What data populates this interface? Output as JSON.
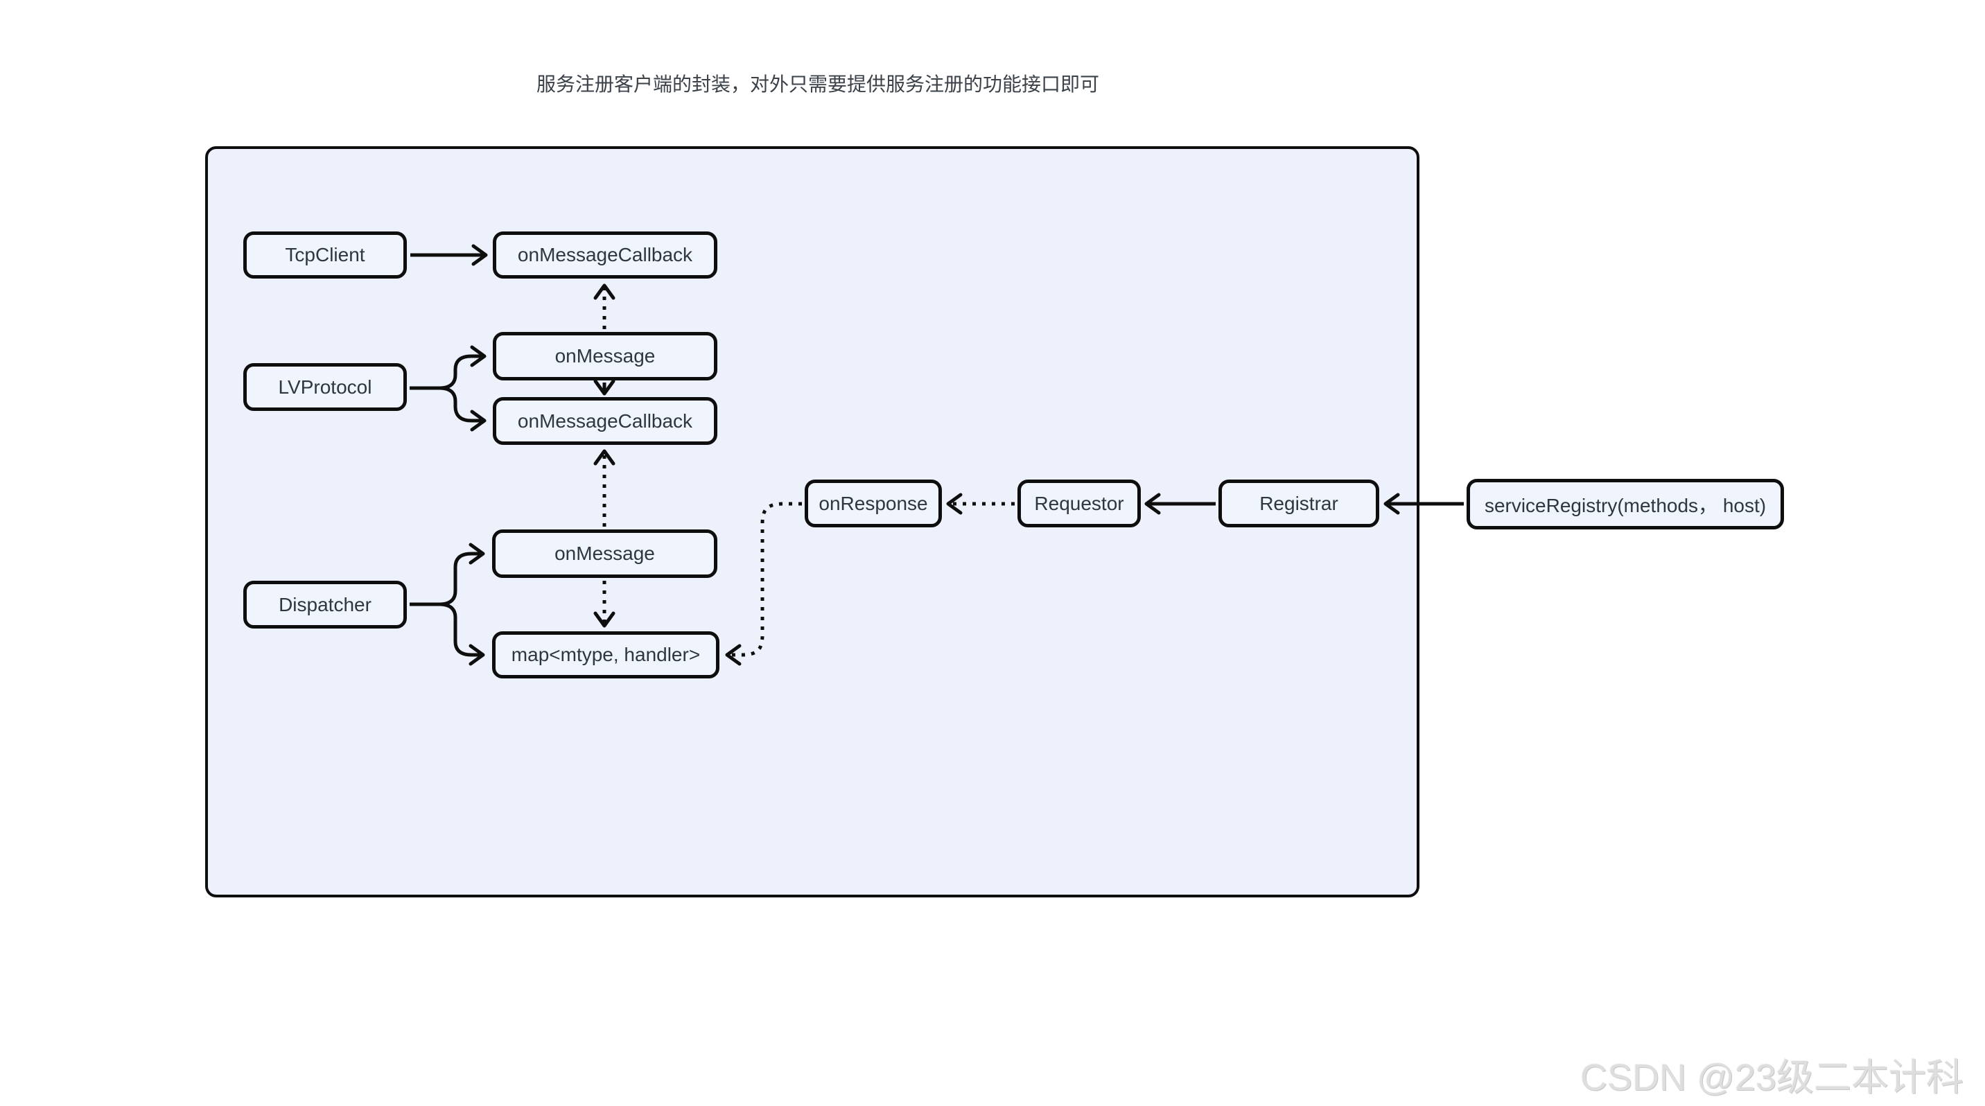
{
  "title": "服务注册客户端的封装，对外只需要提供服务注册的功能接口即可",
  "watermark": "CSDN @23级二本计科",
  "colors": {
    "stroke": "#0e0e0e",
    "panel_background": "#edf1fb",
    "node_background": "#f0f4fc",
    "node_text": "#2f3640",
    "title_text": "#3a4149",
    "watermark_text": "#dedede",
    "page_background": "#ffffff"
  },
  "diagram": {
    "nodes": {
      "tcpclient": {
        "label": "TcpClient"
      },
      "cb_top": {
        "label": "onMessageCallback"
      },
      "lvprotocol": {
        "label": "LVProtocol"
      },
      "onmessage_proto": {
        "label": "onMessage"
      },
      "cb_mid": {
        "label": "onMessageCallback"
      },
      "dispatcher": {
        "label": "Dispatcher"
      },
      "onmessage_disp": {
        "label": "onMessage"
      },
      "map": {
        "label": "map<mtype, handler>"
      },
      "onresponse": {
        "label": "onResponse"
      },
      "requestor": {
        "label": "Requestor"
      },
      "registrar": {
        "label": "Registrar"
      },
      "serviceregistry": {
        "label": "serviceRegistry(methods， host)"
      }
    },
    "edges": [
      {
        "from": "TcpClient",
        "to": "onMessageCallback (top)",
        "style": "solid"
      },
      {
        "from": "LVProtocol",
        "to": "onMessage (protocol)",
        "style": "solid"
      },
      {
        "from": "LVProtocol",
        "to": "onMessageCallback (protocol)",
        "style": "solid"
      },
      {
        "from": "onMessage (protocol)",
        "to": "onMessageCallback (top)",
        "style": "dotted"
      },
      {
        "from": "onMessage (protocol)",
        "to": "onMessageCallback (protocol)",
        "style": "solid"
      },
      {
        "from": "onMessage (dispatcher)",
        "to": "onMessageCallback (protocol)",
        "style": "dotted"
      },
      {
        "from": "Dispatcher",
        "to": "onMessage (dispatcher)",
        "style": "solid"
      },
      {
        "from": "Dispatcher",
        "to": "map<mtype, handler>",
        "style": "solid"
      },
      {
        "from": "onMessage (dispatcher)",
        "to": "map<mtype, handler>",
        "style": "dotted"
      },
      {
        "from": "onResponse",
        "to": "map<mtype, handler>",
        "style": "dotted"
      },
      {
        "from": "Requestor",
        "to": "onResponse",
        "style": "dotted"
      },
      {
        "from": "Registrar",
        "to": "Requestor",
        "style": "solid"
      },
      {
        "from": "serviceRegistry(methods， host)",
        "to": "Registrar",
        "style": "solid"
      }
    ]
  }
}
